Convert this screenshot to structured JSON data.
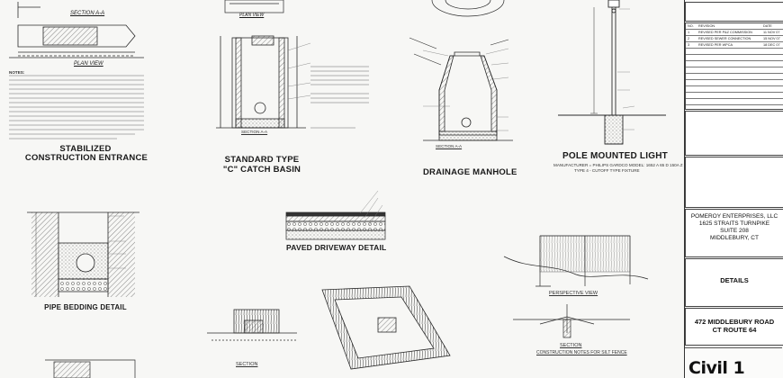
{
  "details": {
    "section_a_a_top": "SECTION A-A",
    "plan_view": "PLAN VIEW",
    "plan_view_2": "PLAN VIEW",
    "notes_heading": "NOTES:",
    "stabilized_title_1": "STABILIZED",
    "stabilized_title_2": "CONSTRUCTION ENTRANCE",
    "catch_basin_title_1": "STANDARD TYPE",
    "catch_basin_title_2": "\"C\" CATCH BASIN",
    "section_aa_cb": "SECTION A-A",
    "manhole_section": "SECTION A-A",
    "manhole_title": "DRAINAGE MANHOLE",
    "pole_title": "POLE MOUNTED LIGHT",
    "pole_sub_1": "MANUFACTURER = PHILIPS GARDCO MODEL: 1652 A 65 D 150A Z",
    "pole_sub_2": "TYPE 4 - CUTOFF TYPE FIXTURE",
    "paved_title": "PAVED DRIVEWAY DETAIL",
    "pipe_title": "PIPE BEDDING DETAIL",
    "perspective_view": "PERSPECTIVE VIEW",
    "section_silt": "SECTION",
    "silt_notes": "CONSTRUCTION NOTES FOR SILT FENCE",
    "section_bales": "SECTION"
  },
  "title_block": {
    "rev_headers": [
      "NO.",
      "REVISION",
      "DATE"
    ],
    "revisions": [
      {
        "no": "1",
        "desc": "REVISED PER P&Z COMMISSION",
        "date": "11 NOV 07"
      },
      {
        "no": "2",
        "desc": "REVISED SEWER CONNECTION",
        "date": "15 NOV 07"
      },
      {
        "no": "3",
        "desc": "REVISED PER WPCA",
        "date": "18 DEC 07"
      }
    ],
    "company_1": "POMEROY ENTERPRISES, LLC",
    "company_2": "1625 STRAITS TURNPIKE",
    "company_3": "SUITE 208",
    "company_4": "MIDDLEBURY, CT",
    "sheet_title": "DETAILS",
    "project_1": "472 MIDDLEBURY ROAD",
    "project_2": "CT ROUTE 64",
    "logo": "Civil 1"
  },
  "colors": {
    "line": "#2a2a2a",
    "hatch": "#555555",
    "paper": "#f7f7f5"
  }
}
